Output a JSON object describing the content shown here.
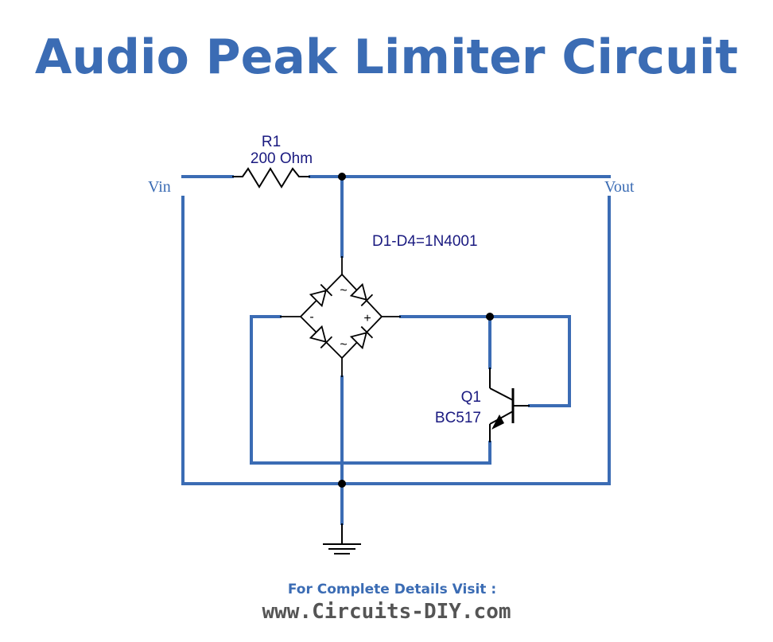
{
  "title": "Audio Peak Limiter Circuit",
  "labels": {
    "r1_name": "R1",
    "r1_value": "200 Ohm",
    "vin": "Vin",
    "vout": "Vout",
    "diodes": "D1-D4=1N4001",
    "q1_name": "Q1",
    "q1_part": "BC517",
    "bridge_minus": "-",
    "bridge_plus": "+",
    "bridge_ac_top": "~",
    "bridge_ac_bottom": "~"
  },
  "footer": {
    "line1": "For Complete Details Visit :",
    "line2": "www.Circuits-DIY.com"
  },
  "colors": {
    "wire": "#3b6cb4",
    "title": "#3b6cb4",
    "component": "#000000"
  }
}
